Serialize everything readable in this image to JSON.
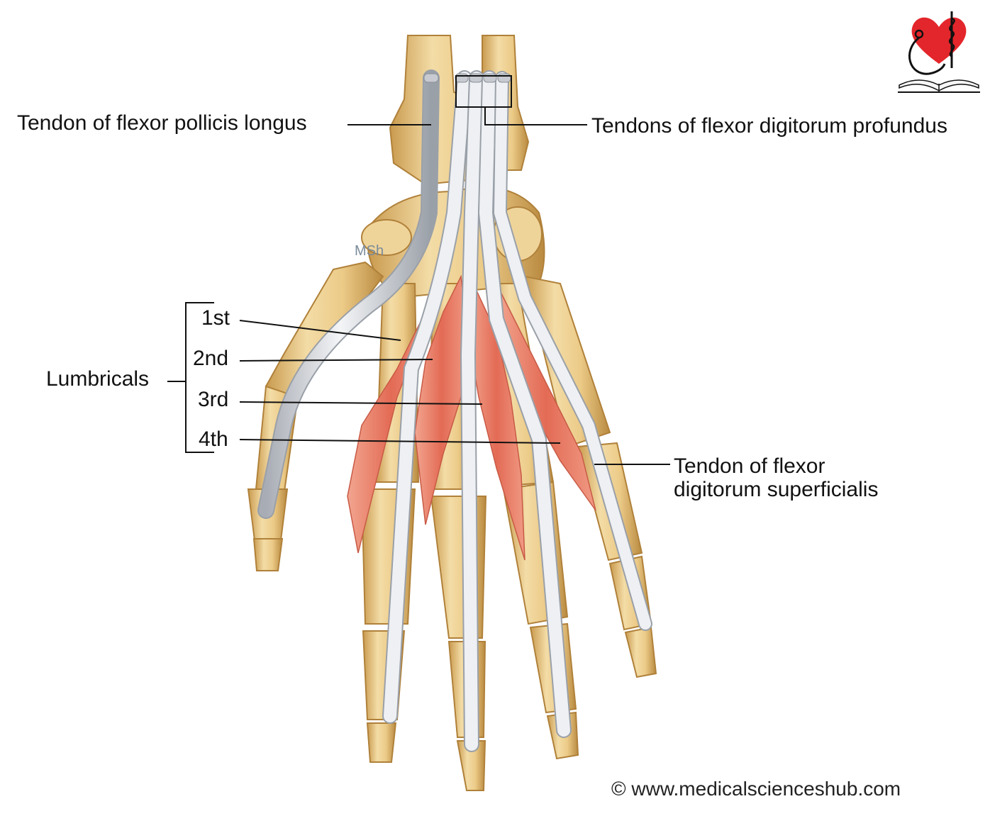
{
  "labels": {
    "fpl_tendon": "Tendon of flexor pollicis longus",
    "fdp_tendons": "Tendons of flexor digitorum profundus",
    "lumbricals": "Lumbricals",
    "lumbrical_1": "1st",
    "lumbrical_2": "2nd",
    "lumbrical_3": "3rd",
    "lumbrical_4": "4th",
    "fds_tendon_line1": "Tendon of flexor",
    "fds_tendon_line2": "digitorum superficialis"
  },
  "artist_mark": "MSh",
  "copyright": "© www.medicalscienceshub.com",
  "colors": {
    "bone": "#e9c98a",
    "bone_shadow": "#c99a4e",
    "tendon": "#dcdde0",
    "muscle": "#e8806a",
    "logo_heart": "#e3262b"
  }
}
